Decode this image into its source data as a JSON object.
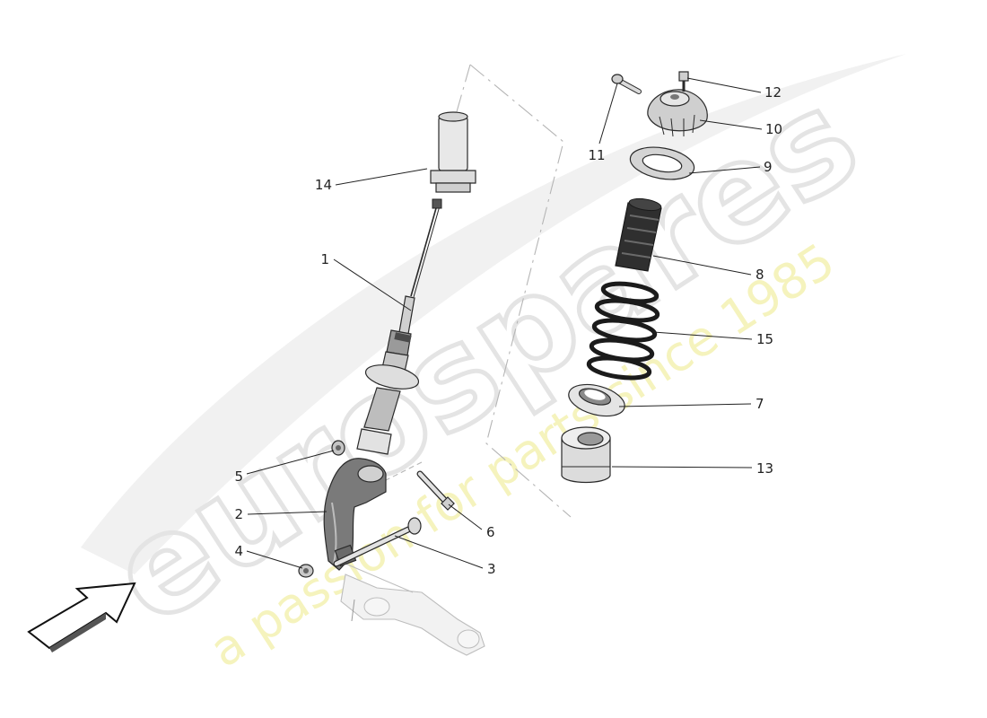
{
  "watermark": {
    "brand": "eurospares",
    "tagline": "a passion for parts since 1985"
  },
  "callouts": {
    "c1": "1",
    "c2": "2",
    "c3": "3",
    "c4": "4",
    "c5": "5",
    "c6": "6",
    "c7": "7",
    "c8": "8",
    "c9": "9",
    "c10": "10",
    "c11": "11",
    "c12": "12",
    "c13": "13",
    "c14": "14",
    "c15": "15"
  },
  "colors": {
    "line": "#222222",
    "part_fill": "#e6e6e6",
    "part_dark": "#3a3a3a",
    "watermark_grey": "#e4e4e4",
    "watermark_yellow": "#f5f3bd"
  },
  "icons": {
    "direction_arrow": "arrow-right-icon"
  }
}
